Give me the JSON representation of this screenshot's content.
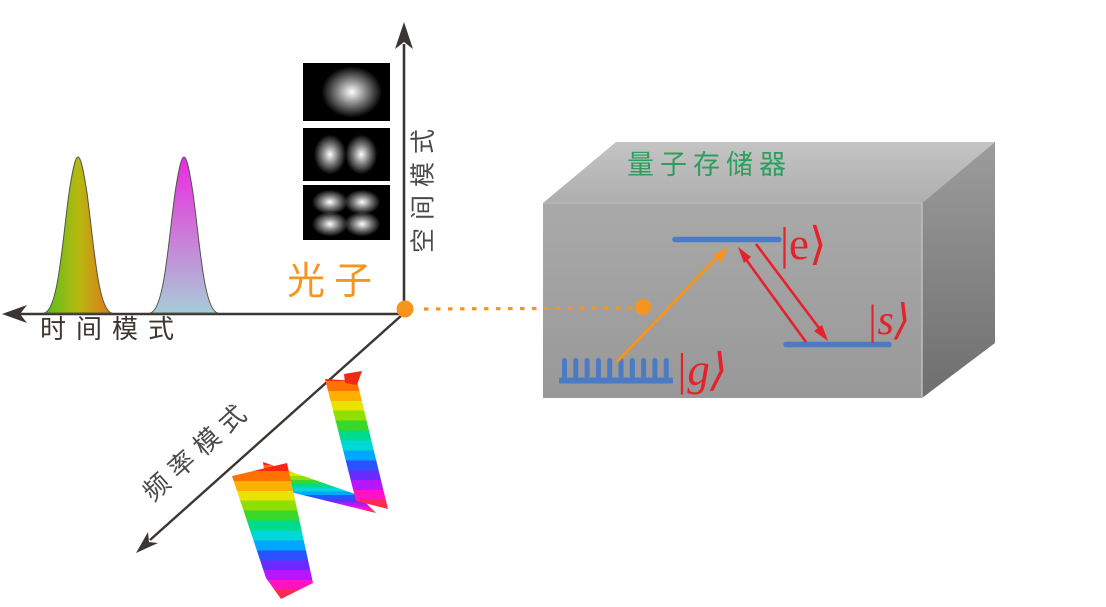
{
  "photon": {
    "label": "光子",
    "color": "#F7941D"
  },
  "axes": {
    "color": "#3C3632",
    "time": {
      "label": "时间模式",
      "direction": "left"
    },
    "spatial": {
      "label": "空间模式",
      "direction": "up"
    },
    "frequency": {
      "label": "频率模式",
      "direction": "down-left"
    }
  },
  "time_peaks": {
    "peak1_gradient": [
      "#52C01A",
      "#B6B90F",
      "#E2741A"
    ],
    "peak2_gradient": [
      "#EA2AE2",
      "#CF72D8",
      "#A7CCD8"
    ]
  },
  "spatial_modes": {
    "patterns": [
      "gaussian-single-lobe",
      "two-lobe-horizontal",
      "four-lobe-grid"
    ]
  },
  "frequency_ribbon": {
    "colors": [
      "#FF2418",
      "#FF7200",
      "#FFAF00",
      "#E8E300",
      "#8FE000",
      "#38D72A",
      "#00DA8C",
      "#00D7D7",
      "#00A7FF",
      "#2A52FF",
      "#6B2BFF",
      "#B517FF",
      "#FF13C4",
      "#FF2A52"
    ]
  },
  "memory": {
    "title": "量子存储器",
    "title_color": "#2E9E5E",
    "levels": {
      "excited": "|e⟩",
      "storage": "|s⟩",
      "ground": "|g⟩"
    },
    "level_line_color": "#4A7BC4",
    "label_color": "#E6212B",
    "comb_teeth": 10
  }
}
